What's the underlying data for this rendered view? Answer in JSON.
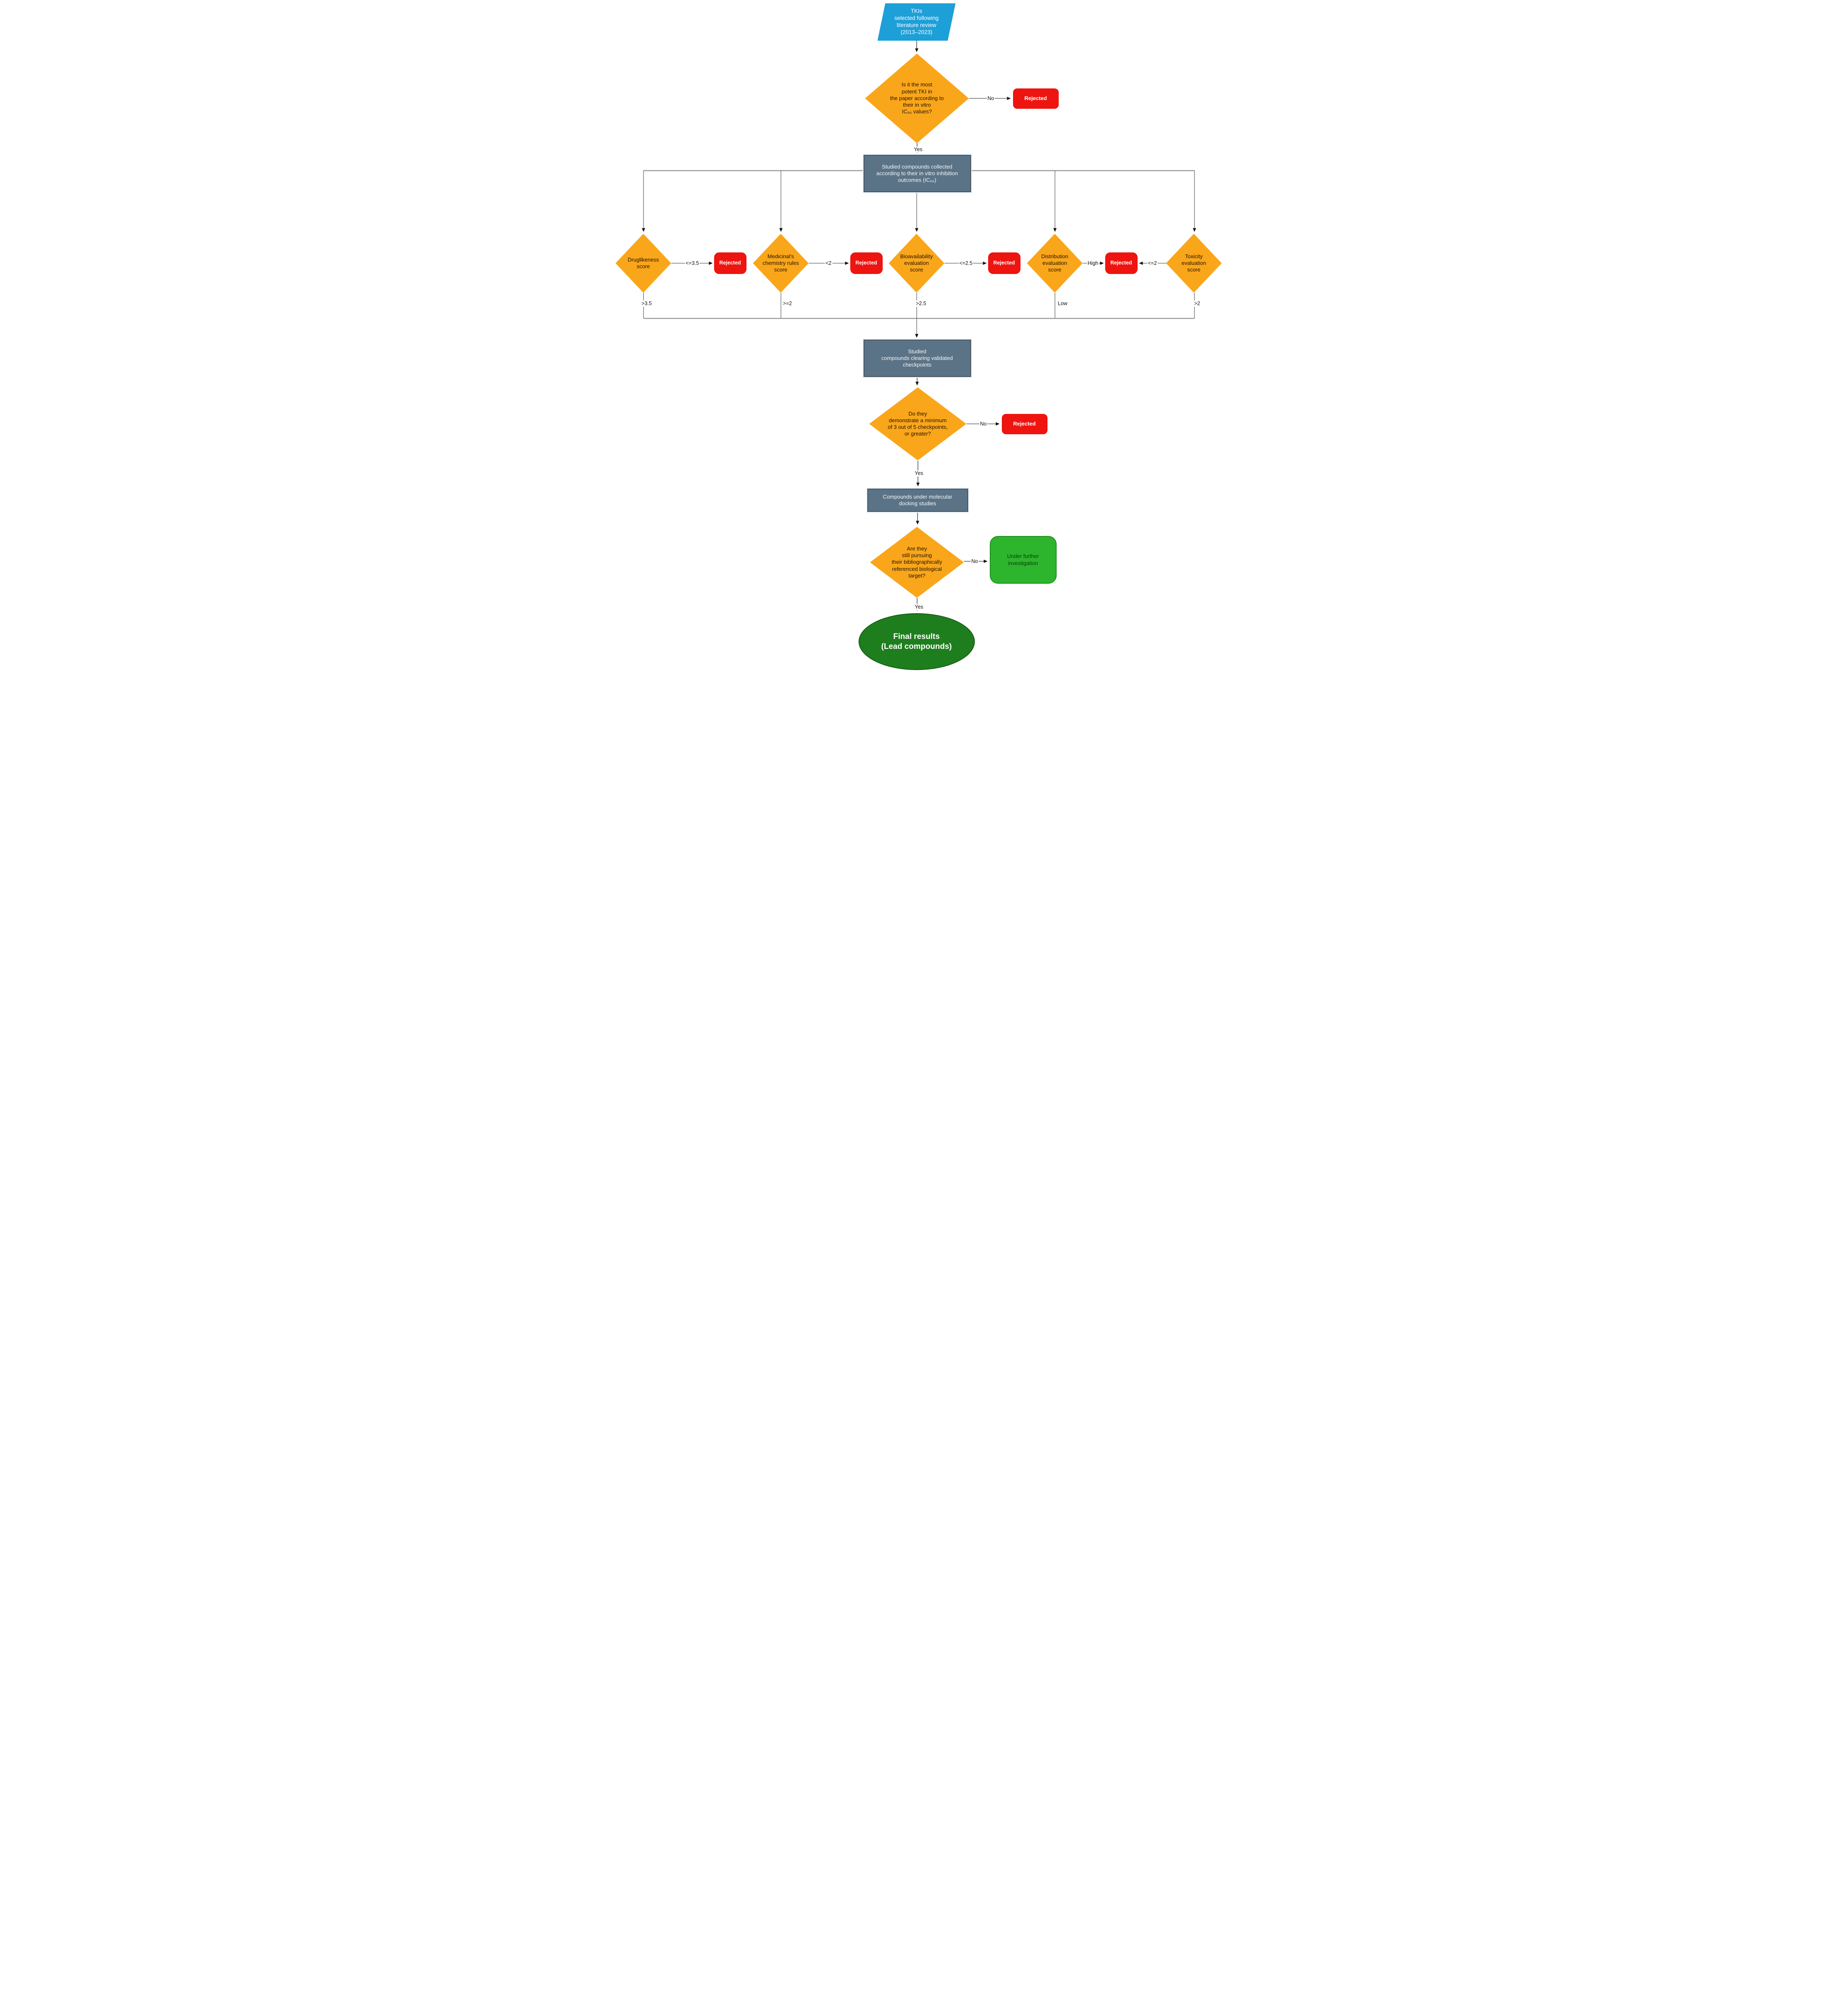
{
  "title": "TKI lead compound selection flowchart",
  "colors": {
    "start_blue": "#1d9fd8",
    "decision_orange": "#faa61a",
    "process_slate": "#5b7386",
    "rejected_red": "#ee1410",
    "investigation_green": "#2db52d",
    "final_green": "#1e7e1e",
    "wire_gray": "#8c8c8c"
  },
  "nodes": {
    "start": {
      "label": "TKIs\nselected following\nliterature review\n(2013–2023)"
    },
    "q_potency": {
      "label": "Is it the most\npotent TKI in\nthe paper according to\ntheir in vitro\nIC₅₀ values?"
    },
    "rejected_label": "Rejected",
    "collected": {
      "label": "Studied compounds collected\naccording to their in vitro inhibition\noutcomes (IC₅₀)"
    },
    "d_druglikeness": {
      "label": "Druglikeness\nscore"
    },
    "d_medchem": {
      "label": "Medicinal's\nchemistry rules\nscore"
    },
    "d_bioavailability": {
      "label": "Bioavailability\nevaluation\nscore"
    },
    "d_distribution": {
      "label": "Distribution\nevaluation\nscore"
    },
    "d_toxicity": {
      "label": "Toxicity\nevaluation\nscore"
    },
    "clearing": {
      "label": "Studied\ncompounds clearing validated\ncheckpoints"
    },
    "q_checkpoints": {
      "label": "Do they\ndemonstrate a minimum\nof 3 out of 5 checkpoints,\nor greater?"
    },
    "docking": {
      "label": "Compounds under molecular\ndocking studies"
    },
    "q_target": {
      "label": "Are they\nstill pursuing\ntheir bibliographically\nreferenced biological\ntarget?"
    },
    "investigation": {
      "label": "Under further\ninvestigation"
    },
    "final": {
      "label": "Final results\n(Lead compounds)"
    }
  },
  "edges": {
    "yes": "Yes",
    "no": "No",
    "druglikeness_fail": "<=3.5",
    "druglikeness_pass": ">3.5",
    "medchem_fail": "<2",
    "medchem_pass": ">=2",
    "bioavailability_fail": "<=2.5",
    "bioavailability_pass": ">2.5",
    "distribution_fail": "High",
    "distribution_pass": "Low",
    "toxicity_fail": "<=2",
    "toxicity_pass": ">2"
  }
}
